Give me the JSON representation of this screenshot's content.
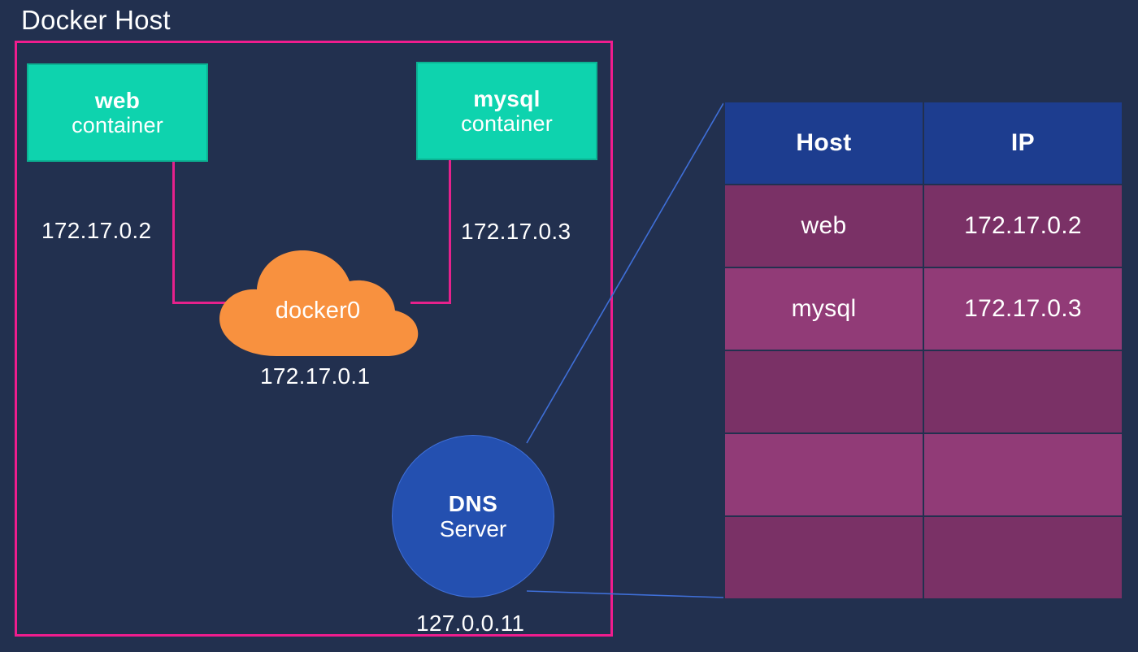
{
  "diagram": {
    "title": "Docker Host",
    "boundary_color": "#ef1d8e",
    "background_color": "#22304f"
  },
  "containers": [
    {
      "name": "web",
      "type": "container",
      "ip": "172.17.0.2",
      "color": "#0ed3ae"
    },
    {
      "name": "mysql",
      "type": "container",
      "ip": "172.17.0.3",
      "color": "#0ed3ae"
    }
  ],
  "bridge": {
    "name": "docker0",
    "ip": "172.17.0.1",
    "color": "#f8913f"
  },
  "dns": {
    "name": "DNS",
    "role": "Server",
    "ip": "127.0.0.11",
    "color": "#2450b0"
  },
  "table": {
    "header_color": "#1d3d8f",
    "row_dark_color": "#7a3166",
    "row_light_color": "#913b77",
    "columns": [
      "Host",
      "IP"
    ],
    "rows": [
      {
        "host": "web",
        "ip": "172.17.0.2"
      },
      {
        "host": "mysql",
        "ip": "172.17.0.3"
      },
      {
        "host": "",
        "ip": ""
      },
      {
        "host": "",
        "ip": ""
      },
      {
        "host": "",
        "ip": ""
      }
    ]
  }
}
